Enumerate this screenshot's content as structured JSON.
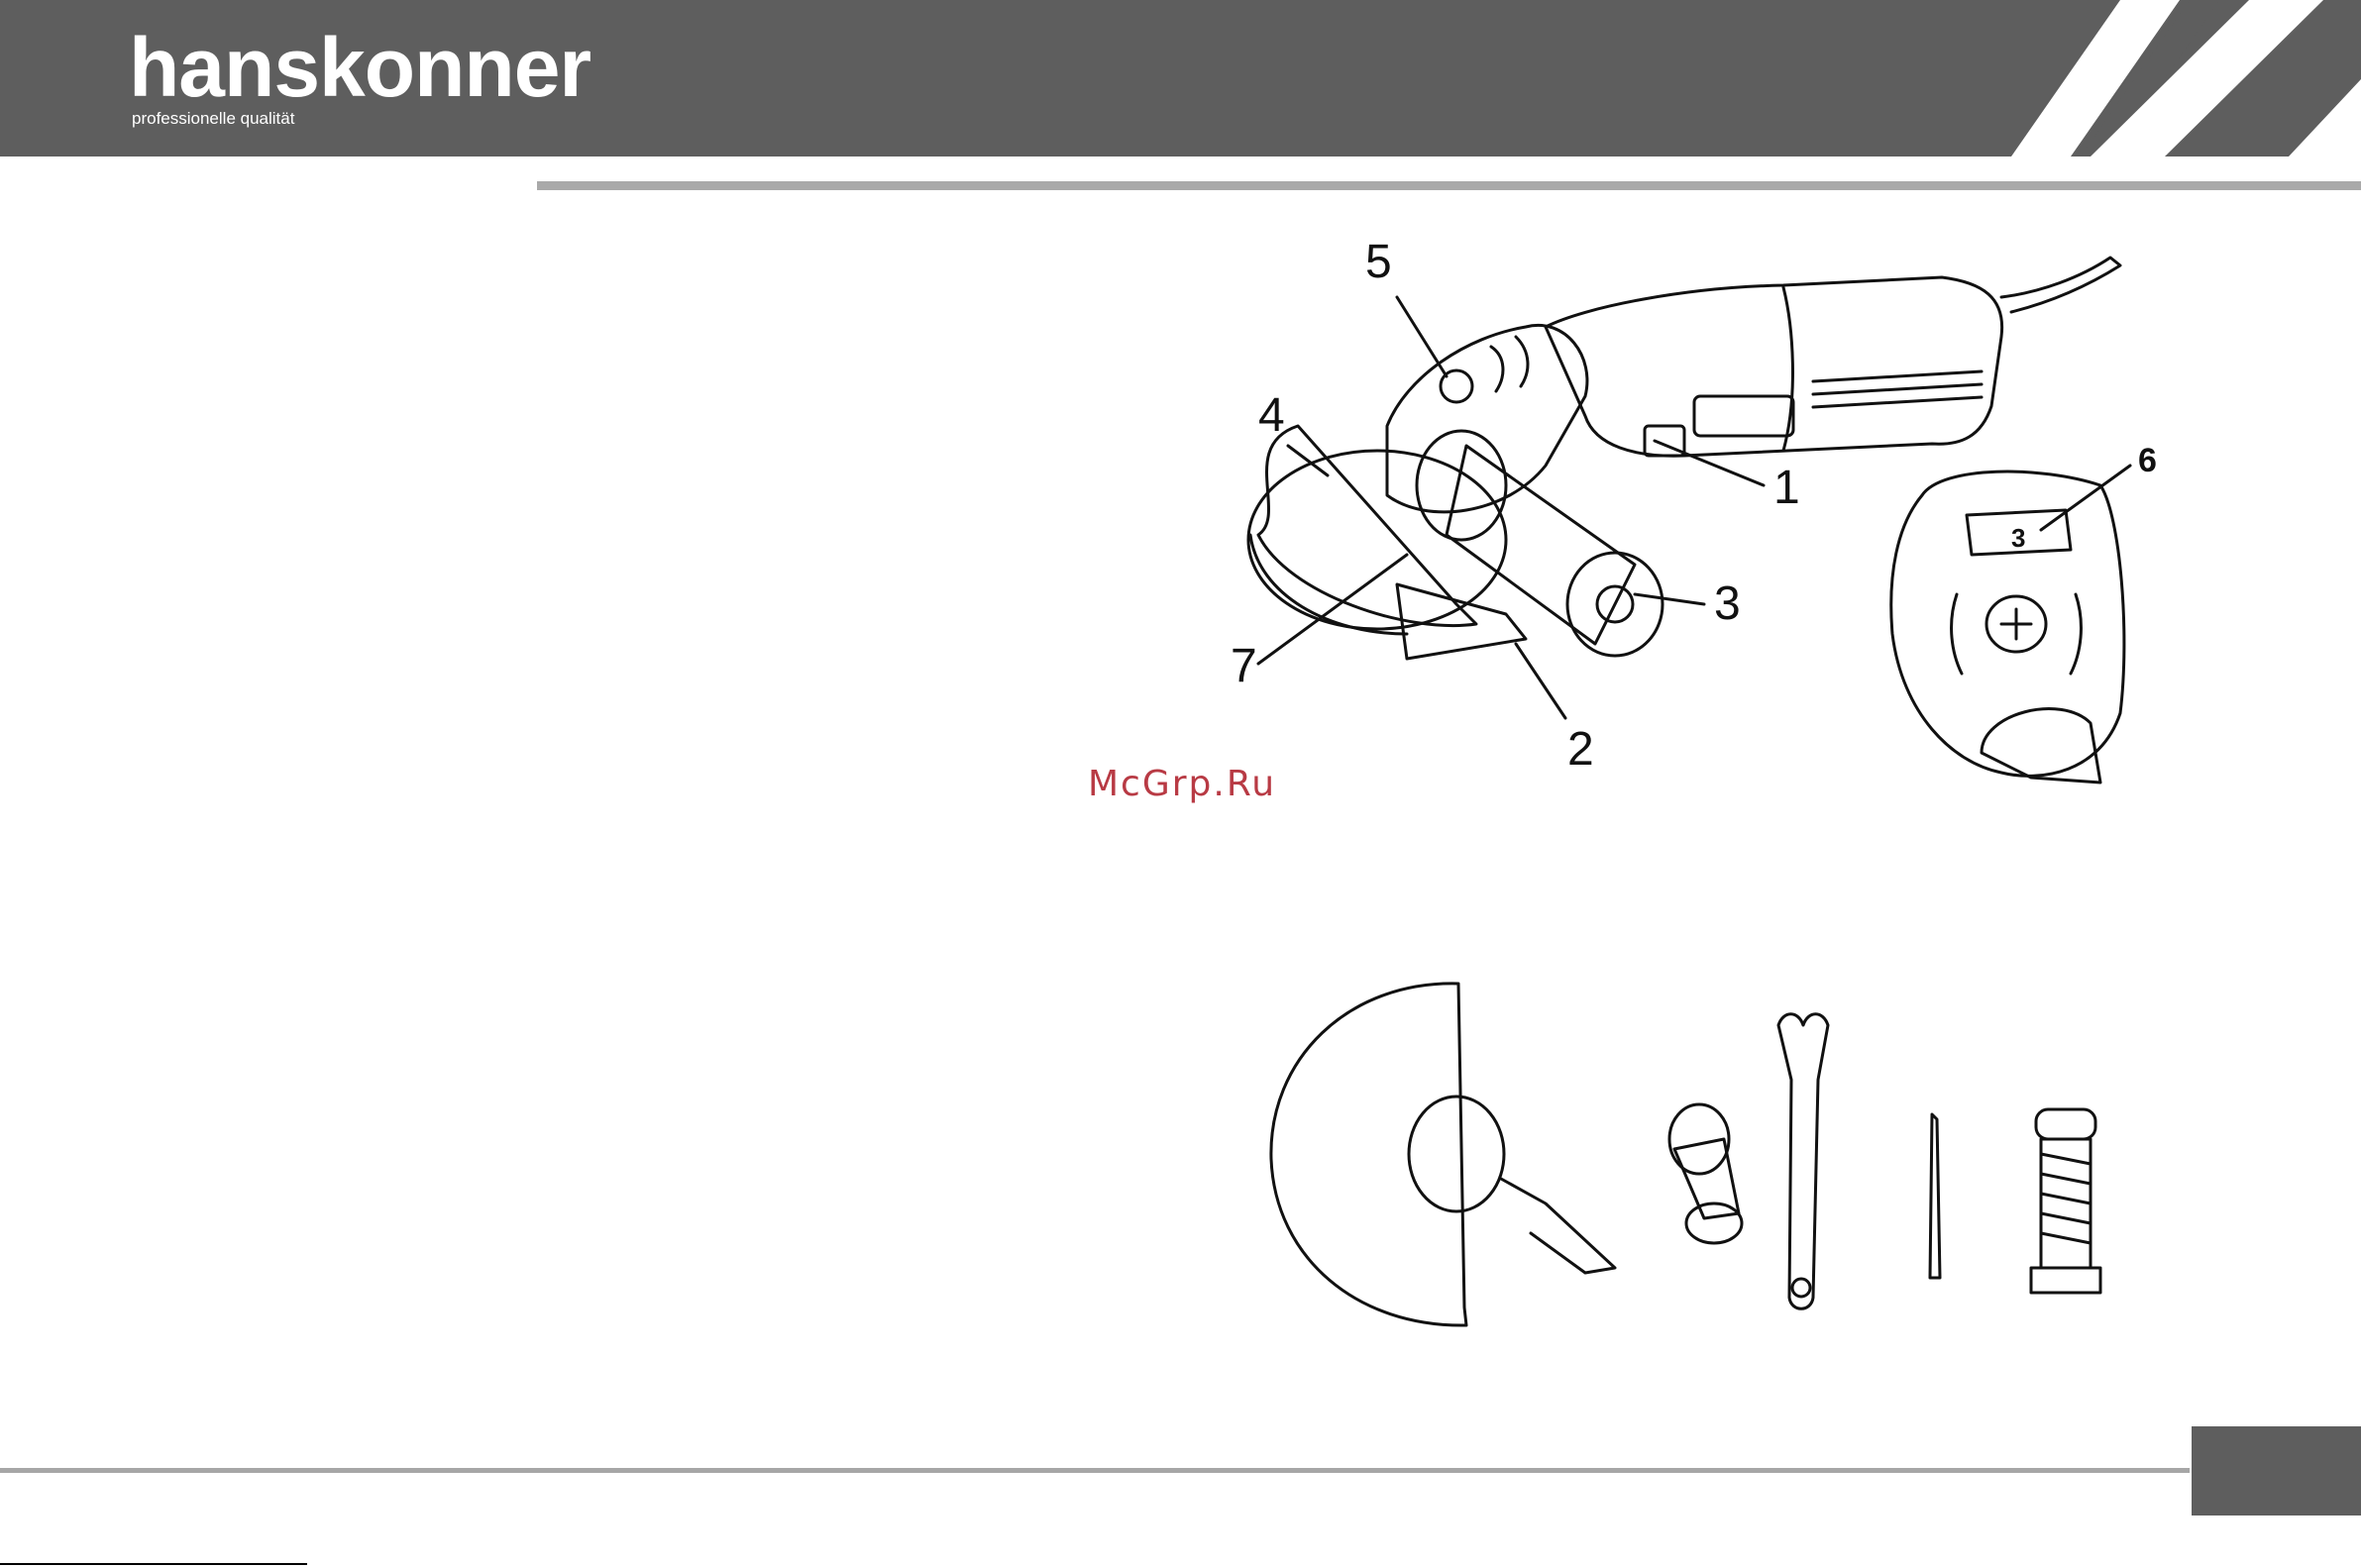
{
  "brand": {
    "name": "hanskonner",
    "tagline": "professionelle qualität"
  },
  "watermark": "McGrp.Ru",
  "figure": {
    "callouts": {
      "c1": "1",
      "c2": "2",
      "c3": "3",
      "c4": "4",
      "c5": "5",
      "c6": "6",
      "c7": "7"
    },
    "dial_digit": "3"
  },
  "colors": {
    "header": "#5e5e5e",
    "rule": "#a9a9a9",
    "watermark": "#b83a44"
  }
}
